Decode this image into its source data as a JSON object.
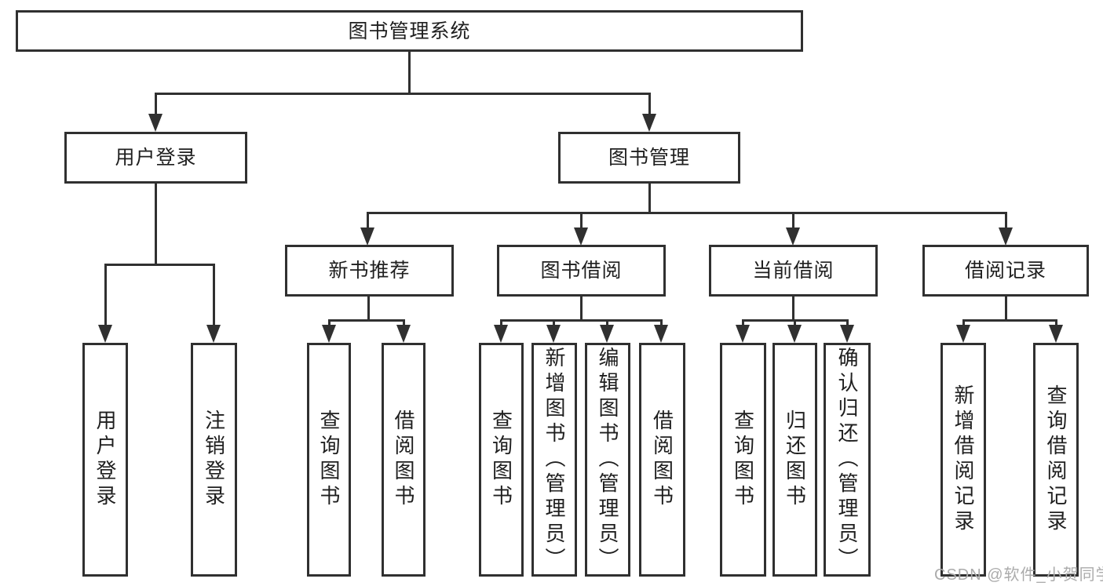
{
  "diagram_title": "图书管理系统",
  "nodes": {
    "root": "图书管理系统",
    "user_login_group": "用户登录",
    "book_mgmt": "图书管理",
    "user_login": "用户登录",
    "logout_login": "注销登录",
    "new_book_rec": "新书推荐",
    "book_borrow": "图书借阅",
    "current_borrow": "当前借阅",
    "borrow_records": "借阅记录",
    "nbr_query_books": "查询图书",
    "nbr_borrow_books": "借阅图书",
    "bb_query_books": "查询图书",
    "bb_add_books": "新增图书（管理员）",
    "bb_edit_books": "编辑图书（管理员）",
    "bb_borrow_books": "借阅图书",
    "cb_query_books": "查询图书",
    "cb_return_books": "归还图书",
    "cb_confirm_return": "确认归还（管理员）",
    "br_add_record": "新增借阅记录",
    "br_query_record": "查询借阅记录"
  },
  "watermark": "CSDN @软件_小贺同学",
  "colors": {
    "line": "#303030",
    "text": "#1f1f1f",
    "watermark": "#ababab",
    "background": "#ffffff"
  }
}
